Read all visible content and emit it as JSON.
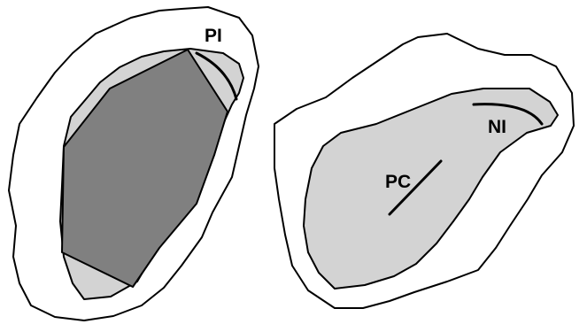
{
  "colors": {
    "background": "#ffffff",
    "outline": "#000000",
    "light_region": "#d3d3d3",
    "dark_region": "#808080"
  },
  "left_shape": {
    "label": "PI"
  },
  "right_shape": {
    "label_top": "NI",
    "label_center": "PC"
  }
}
